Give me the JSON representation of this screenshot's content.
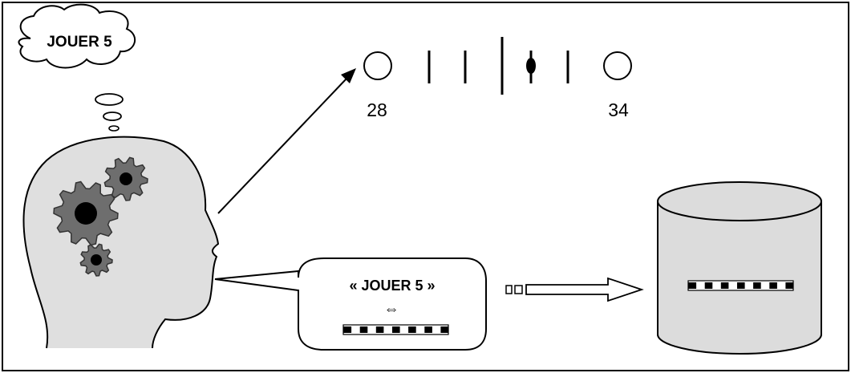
{
  "thought": {
    "text": "JOUER 5"
  },
  "number_line": {
    "left_label": "28",
    "right_label": "34",
    "marks": [
      "circle",
      "line",
      "line",
      "long-line",
      "filled-dot-on-line",
      "line",
      "circle"
    ]
  },
  "speech": {
    "text": "« JOUER 5 »",
    "equivalence_symbol": "⇔"
  },
  "colors": {
    "head_fill": "#dfdfdf",
    "gear_fill": "#6e6e6e",
    "gear_hub": "#000000",
    "cylinder_fill": "#dcdcdc",
    "stroke": "#000000"
  },
  "icons": [
    "thought-cloud-icon",
    "gear-icon",
    "arrow-icon",
    "cylinder-database-icon",
    "barcode-strip-icon"
  ]
}
